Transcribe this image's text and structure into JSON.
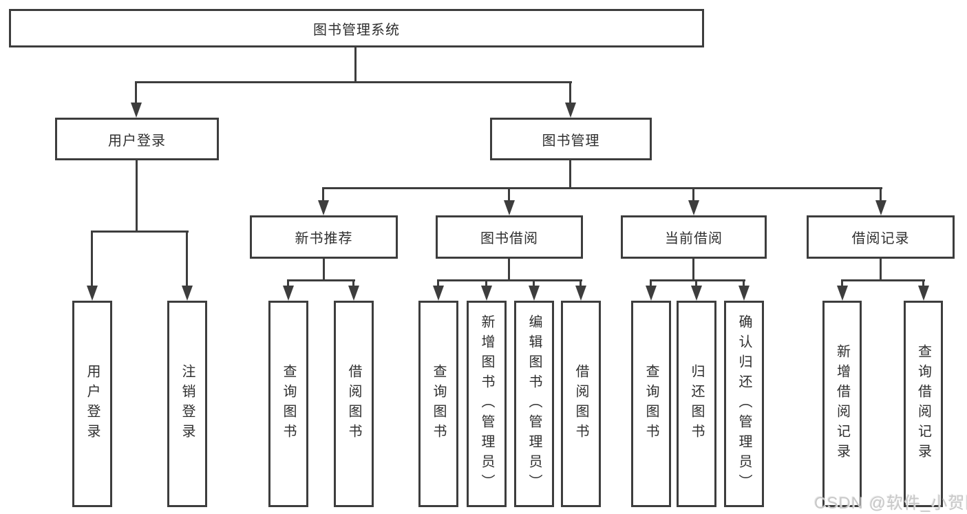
{
  "diagram": {
    "root": {
      "label": "图书管理系统"
    },
    "branches": [
      {
        "label": "用户登录",
        "children": [
          {
            "label": "用户登录"
          },
          {
            "label": "注销登录"
          }
        ]
      },
      {
        "label": "图书管理",
        "children": [
          {
            "label": "新书推荐",
            "children": [
              {
                "label": "查询图书"
              },
              {
                "label": "借阅图书"
              }
            ]
          },
          {
            "label": "图书借阅",
            "children": [
              {
                "label": "查询图书"
              },
              {
                "label": "新增图书（管理员）"
              },
              {
                "label": "编辑图书（管理员）"
              },
              {
                "label": "借阅图书"
              }
            ]
          },
          {
            "label": "当前借阅",
            "children": [
              {
                "label": "查询图书"
              },
              {
                "label": "归还图书"
              },
              {
                "label": "确认归还（管理员）"
              }
            ]
          },
          {
            "label": "借阅记录",
            "children": [
              {
                "label": "新增借阅记录"
              },
              {
                "label": "查询借阅记录"
              }
            ]
          }
        ]
      }
    ]
  },
  "watermark": {
    "text": "CSDN @软件_小贺同学"
  },
  "colors": {
    "line": "#3d3d3d",
    "text": "#2f2f2f",
    "background": "#ffffff",
    "watermark": "#c8c8c8"
  }
}
